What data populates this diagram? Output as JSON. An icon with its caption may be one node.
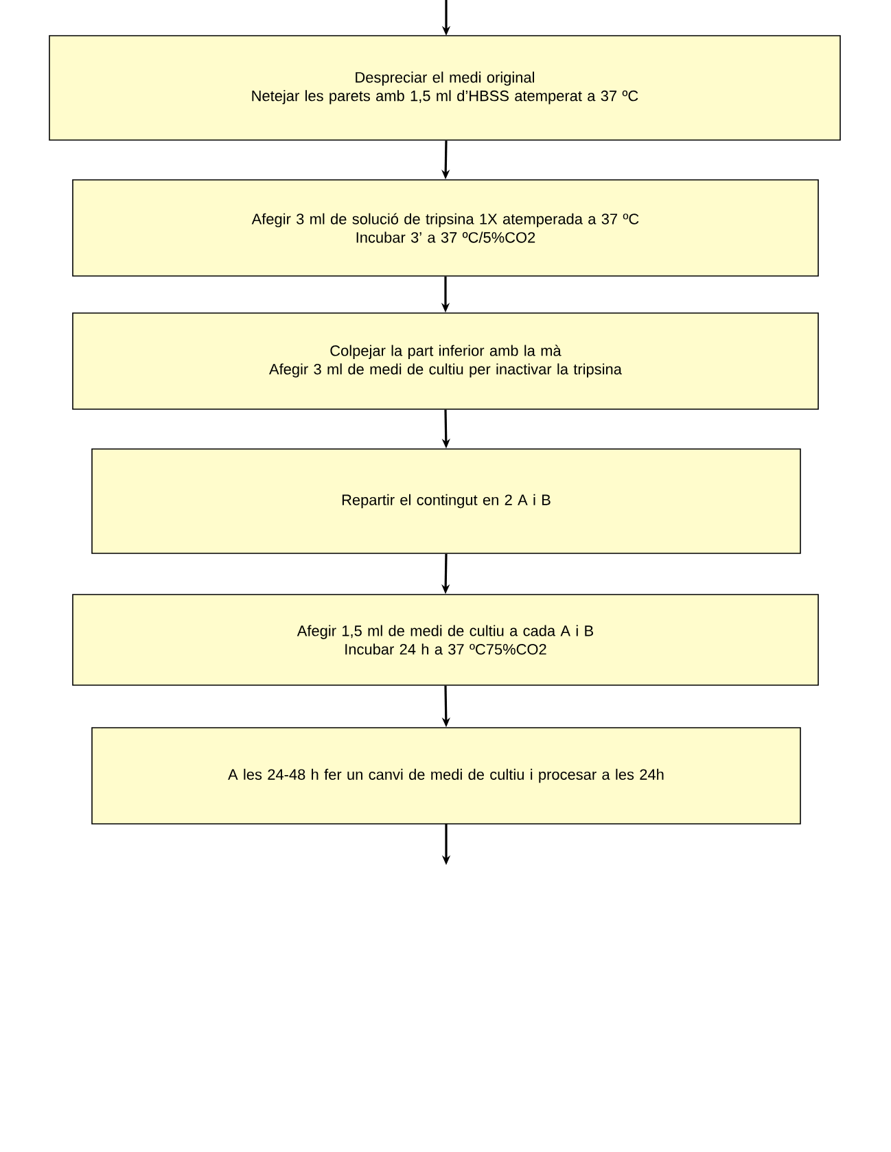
{
  "diagram": {
    "nodes": [
      {
        "text": [
          "Despreciar el medi original",
          "Netejar les parets amb 1,5 ml d’HBSS atemperat a 37 ºC"
        ]
      },
      {
        "text": [
          "Afegir 3 ml de solució de tripsina 1X atemperada a 37 ºC",
          "Incubar 3’ a 37 ºC/5%CO2"
        ]
      },
      {
        "text": [
          "Colpejar la part inferior amb la mà",
          "Afegir 3 ml de medi de cultiu per inactivar la tripsina"
        ]
      },
      {
        "text": [
          "Repartir el contingut en 2 A i B"
        ]
      },
      {
        "text": [
          "Afegir 1,5 ml de medi de cultiu a cada A i B",
          "Incubar 24 h a 37 ºC75%CO2"
        ]
      },
      {
        "text": [
          "A les 24-48 h fer un canvi de medi de cultiu i procesar a les 24h"
        ]
      }
    ],
    "edges": [
      {
        "from": null,
        "to": 0,
        "arrow": "to"
      },
      {
        "from": 0,
        "to": 1,
        "arrow": "to"
      },
      {
        "from": 1,
        "to": 2,
        "arrow": "to"
      },
      {
        "from": 2,
        "to": 3,
        "arrow": "to"
      },
      {
        "from": 3,
        "to": 4,
        "arrow": "to"
      },
      {
        "from": 4,
        "to": 5,
        "arrow": "to"
      },
      {
        "from": 5,
        "to": null,
        "arrow": "to"
      }
    ]
  }
}
